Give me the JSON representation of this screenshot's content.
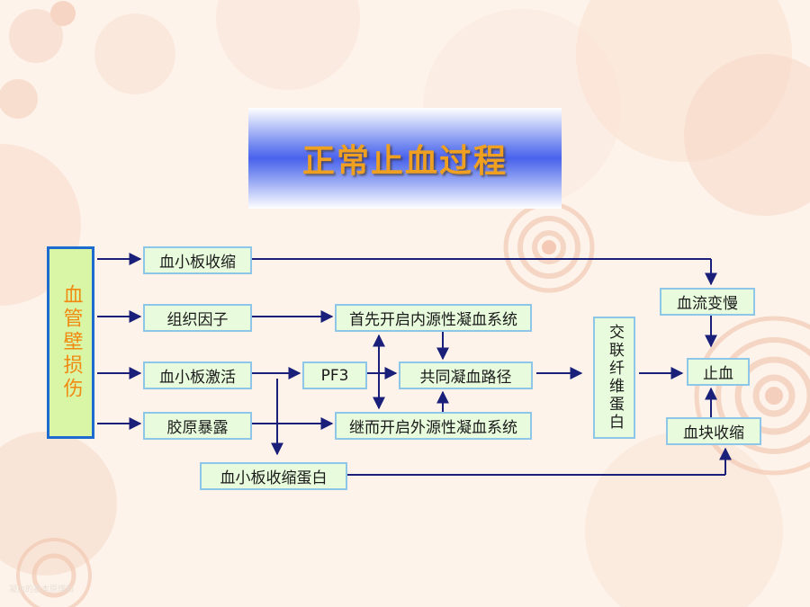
{
  "slide": {
    "title": "正常止血过程",
    "footer": "凝血的基本原理和"
  },
  "nodes": {
    "source": "血管壁损伤",
    "platelet_contraction": "血小板收缩",
    "tissue_factor": "组织因子",
    "platelet_activation": "血小板激活",
    "collagen_exposure": "胶原暴露",
    "pf3": "PF3",
    "intrinsic_system": "首先开启内源性凝血系统",
    "common_pathway": "共同凝血路径",
    "extrinsic_system": "继而开启外源性凝血系统",
    "thrombosthenin": "血小板收缩蛋白",
    "crosslinked_fibrin": "交联纤维蛋白",
    "blood_flow_slowing": "血流变慢",
    "hemostasis": "止血",
    "clot_retraction": "血块收缩"
  },
  "colors": {
    "node_fill": "#e8fbdc",
    "node_border": "#8ec6e8",
    "arrow": "#1a1f7a",
    "title_text": "#f0a020",
    "title_band": "#4a62ec"
  }
}
